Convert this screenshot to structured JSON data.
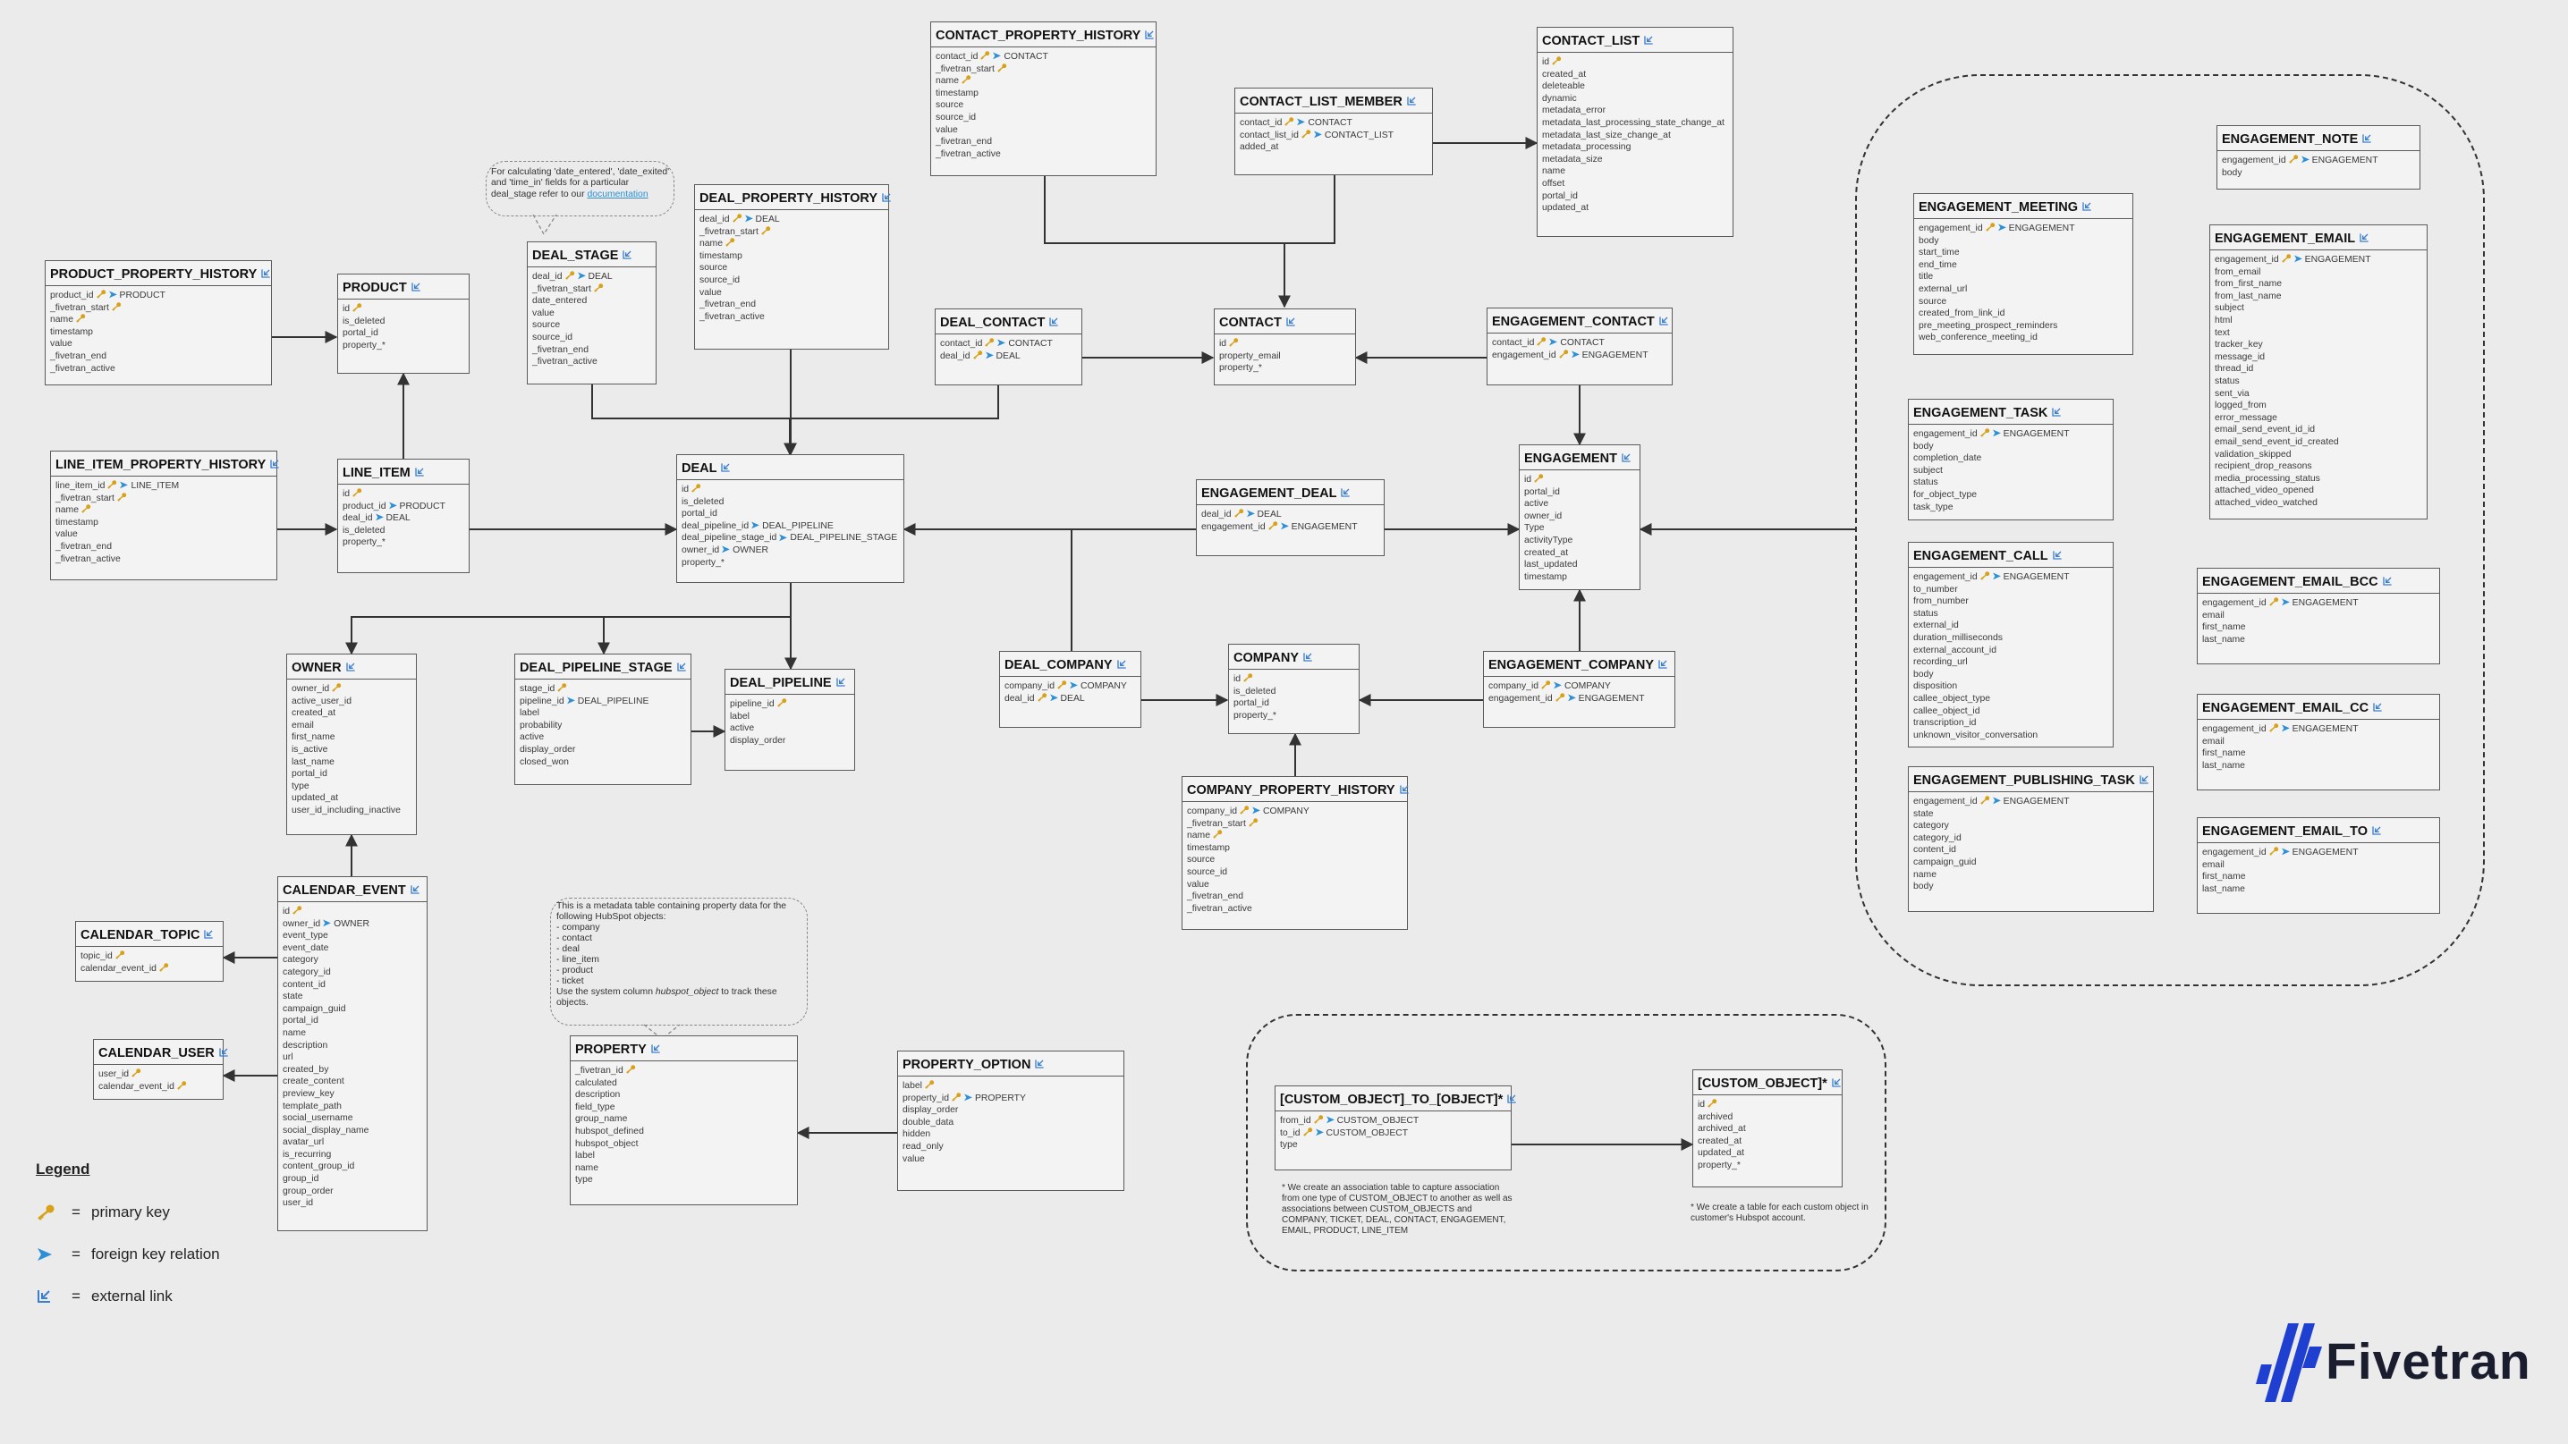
{
  "tables": [
    {
      "id": "CONTACT_PROPERTY_HISTORY",
      "title": "CONTACT_PROPERTY_HISTORY",
      "fields": [
        "contact_id|pk|fk|CONTACT",
        "_fivetran_start|pk",
        "name|pk",
        "timestamp",
        "source",
        "source_id",
        "value",
        "_fivetran_end",
        "_fivetran_active"
      ]
    },
    {
      "id": "CONTACT_LIST",
      "title": "CONTACT_LIST",
      "fields": [
        "id|pk",
        "created_at",
        "deleteable",
        "dynamic",
        "metadata_error",
        "metadata_last_processing_state_change_at",
        "metadata_last_size_change_at",
        "metadata_processing",
        "metadata_size",
        "name",
        "offset",
        "portal_id",
        "updated_at"
      ]
    },
    {
      "id": "CONTACT_LIST_MEMBER",
      "title": "CONTACT_LIST_MEMBER",
      "fields": [
        "contact_id|pk|fk|CONTACT",
        "contact_list_id|pk|fk|CONTACT_LIST",
        "added_at"
      ]
    },
    {
      "id": "DEAL_PROPERTY_HISTORY",
      "title": "DEAL_PROPERTY_HISTORY",
      "fields": [
        "deal_id|pk|fk|DEAL",
        "_fivetran_start|pk",
        "name|pk",
        "timestamp",
        "source",
        "source_id",
        "value",
        "_fivetran_end",
        "_fivetran_active"
      ]
    },
    {
      "id": "DEAL_STAGE",
      "title": "DEAL_STAGE",
      "fields": [
        "deal_id|pk|fk|DEAL",
        "_fivetran_start|pk",
        "date_entered",
        "value",
        "source",
        "source_id",
        "_fivetran_end",
        "_fivetran_active"
      ]
    },
    {
      "id": "PRODUCT_PROPERTY_HISTORY",
      "title": "PRODUCT_PROPERTY_HISTORY",
      "fields": [
        "product_id|pk|fk|PRODUCT",
        "_fivetran_start|pk",
        "name|pk",
        "timestamp",
        "value",
        "_fivetran_end",
        "_fivetran_active"
      ]
    },
    {
      "id": "PRODUCT",
      "title": "PRODUCT",
      "fields": [
        "id|pk",
        "is_deleted",
        "portal_id",
        "property_*"
      ]
    },
    {
      "id": "DEAL_CONTACT",
      "title": "DEAL_CONTACT",
      "fields": [
        "contact_id|pk|fk|CONTACT",
        "deal_id|pk|fk|DEAL"
      ]
    },
    {
      "id": "CONTACT",
      "title": "CONTACT",
      "fields": [
        "id|pk",
        "property_email",
        "property_*"
      ]
    },
    {
      "id": "ENGAGEMENT_CONTACT",
      "title": "ENGAGEMENT_CONTACT",
      "fields": [
        "contact_id|pk|fk|CONTACT",
        "engagement_id|pk|fk|ENGAGEMENT"
      ]
    },
    {
      "id": "LINE_ITEM_PROPERTY_HISTORY",
      "title": "LINE_ITEM_PROPERTY_HISTORY",
      "fields": [
        "line_item_id|pk|fk|LINE_ITEM",
        "_fivetran_start|pk",
        "name|pk",
        "timestamp",
        "value",
        "_fivetran_end",
        "_fivetran_active"
      ]
    },
    {
      "id": "LINE_ITEM",
      "title": "LINE_ITEM",
      "fields": [
        "id|pk",
        "product_id|fk|PRODUCT",
        "deal_id|fk|DEAL",
        "is_deleted",
        "property_*"
      ]
    },
    {
      "id": "DEAL",
      "title": "DEAL",
      "fields": [
        "id|pk",
        "is_deleted",
        "portal_id",
        "deal_pipeline_id|fk|DEAL_PIPELINE",
        "deal_pipeline_stage_id|fk|DEAL_PIPELINE_STAGE",
        "owner_id|fk|OWNER",
        "property_*"
      ]
    },
    {
      "id": "ENGAGEMENT_DEAL",
      "title": "ENGAGEMENT_DEAL",
      "fields": [
        "deal_id|pk|fk|DEAL",
        "engagement_id|pk|fk|ENGAGEMENT"
      ]
    },
    {
      "id": "ENGAGEMENT",
      "title": "ENGAGEMENT",
      "fields": [
        "id|pk",
        "portal_id",
        "active",
        "owner_id",
        "Type",
        "activityType",
        "created_at",
        "last_updated",
        "timestamp"
      ]
    },
    {
      "id": "OWNER",
      "title": "OWNER",
      "fields": [
        "owner_id|pk",
        "active_user_id",
        "created_at",
        "email",
        "first_name",
        "is_active",
        "last_name",
        "portal_id",
        "type",
        "updated_at",
        "user_id_including_inactive"
      ]
    },
    {
      "id": "DEAL_PIPELINE_STAGE",
      "title": "DEAL_PIPELINE_STAGE",
      "fields": [
        "stage_id|pk",
        "pipeline_id|fk|DEAL_PIPELINE",
        "label",
        "probability",
        "active",
        "display_order",
        "closed_won"
      ]
    },
    {
      "id": "DEAL_PIPELINE",
      "title": "DEAL_PIPELINE",
      "fields": [
        "pipeline_id|pk",
        "label",
        "active",
        "display_order"
      ]
    },
    {
      "id": "DEAL_COMPANY",
      "title": "DEAL_COMPANY",
      "fields": [
        "company_id|pk|fk|COMPANY",
        "deal_id|pk|fk|DEAL"
      ]
    },
    {
      "id": "COMPANY",
      "title": "COMPANY",
      "fields": [
        "id|pk",
        "is_deleted",
        "portal_id",
        "property_*"
      ]
    },
    {
      "id": "ENGAGEMENT_COMPANY",
      "title": "ENGAGEMENT_COMPANY",
      "fields": [
        "company_id|pk|fk|COMPANY",
        "engagement_id|pk|fk|ENGAGEMENT"
      ]
    },
    {
      "id": "COMPANY_PROPERTY_HISTORY",
      "title": "COMPANY_PROPERTY_HISTORY",
      "fields": [
        "company_id|pk|fk|COMPANY",
        "_fivetran_start|pk",
        "name|pk",
        "timestamp",
        "source",
        "source_id",
        "value",
        "_fivetran_end",
        "_fivetran_active"
      ]
    },
    {
      "id": "CALENDAR_EVENT",
      "title": "CALENDAR_EVENT",
      "fields": [
        "id|pk",
        "owner_id|fk|OWNER",
        "event_type",
        "event_date",
        "category",
        "category_id",
        "content_id",
        "state",
        "campaign_guid",
        "portal_id",
        "name",
        "description",
        "url",
        "created_by",
        "create_content",
        "preview_key",
        "template_path",
        "social_username",
        "social_display_name",
        "avatar_url",
        "is_recurring",
        "content_group_id",
        "group_id",
        "group_order",
        "user_id"
      ]
    },
    {
      "id": "CALENDAR_TOPIC",
      "title": "CALENDAR_TOPIC",
      "fields": [
        "topic_id|pk",
        "calendar_event_id|pk"
      ]
    },
    {
      "id": "CALENDAR_USER",
      "title": "CALENDAR_USER",
      "fields": [
        "user_id|pk",
        "calendar_event_id|pk"
      ]
    },
    {
      "id": "PROPERTY",
      "title": "PROPERTY",
      "fields": [
        "_fivetran_id|pk",
        "calculated",
        "description",
        "field_type",
        "group_name",
        "hubspot_defined",
        "hubspot_object",
        "label",
        "name",
        "type"
      ]
    },
    {
      "id": "PROPERTY_OPTION",
      "title": "PROPERTY_OPTION",
      "fields": [
        "label|pk",
        "property_id|pk|fk|PROPERTY",
        "display_order",
        "double_data",
        "hidden",
        "read_only",
        "value"
      ]
    },
    {
      "id": "ENGAGEMENT_NOTE",
      "title": "ENGAGEMENT_NOTE",
      "fields": [
        "engagement_id|pk|fk|ENGAGEMENT",
        "body"
      ]
    },
    {
      "id": "ENGAGEMENT_MEETING",
      "title": "ENGAGEMENT_MEETING",
      "fields": [
        "engagement_id|pk|fk|ENGAGEMENT",
        "body",
        "start_time",
        "end_time",
        "title",
        "external_url",
        "source",
        "created_from_link_id",
        "pre_meeting_prospect_reminders",
        "web_conference_meeting_id"
      ]
    },
    {
      "id": "ENGAGEMENT_EMAIL",
      "title": "ENGAGEMENT_EMAIL",
      "fields": [
        "engagement_id|pk|fk|ENGAGEMENT",
        "from_email",
        "from_first_name",
        "from_last_name",
        "subject",
        "html",
        "text",
        "tracker_key",
        "message_id",
        "thread_id",
        "status",
        "sent_via",
        "logged_from",
        "error_message",
        "email_send_event_id_id",
        "email_send_event_id_created",
        "validation_skipped",
        "recipient_drop_reasons",
        "media_processing_status",
        "attached_video_opened",
        "attached_video_watched"
      ]
    },
    {
      "id": "ENGAGEMENT_TASK",
      "title": "ENGAGEMENT_TASK",
      "fields": [
        "engagement_id|pk|fk|ENGAGEMENT",
        "body",
        "completion_date",
        "subject",
        "status",
        "for_object_type",
        "task_type"
      ]
    },
    {
      "id": "ENGAGEMENT_CALL",
      "title": "ENGAGEMENT_CALL",
      "fields": [
        "engagement_id|pk|fk|ENGAGEMENT",
        "to_number",
        "from_number",
        "status",
        "external_id",
        "duration_milliseconds",
        "external_account_id",
        "recording_url",
        "body",
        "disposition",
        "callee_object_type",
        "callee_object_id",
        "transcription_id",
        "unknown_visitor_conversation"
      ]
    },
    {
      "id": "ENGAGEMENT_EMAIL_BCC",
      "title": "ENGAGEMENT_EMAIL_BCC",
      "fields": [
        "engagement_id|pk|fk|ENGAGEMENT",
        "email",
        "first_name",
        "last_name"
      ]
    },
    {
      "id": "ENGAGEMENT_EMAIL_CC",
      "title": "ENGAGEMENT_EMAIL_CC",
      "fields": [
        "engagement_id|pk|fk|ENGAGEMENT",
        "email",
        "first_name",
        "last_name"
      ]
    },
    {
      "id": "ENGAGEMENT_PUBLISHING_TASK",
      "title": "ENGAGEMENT_PUBLISHING_TASK",
      "fields": [
        "engagement_id|pk|fk|ENGAGEMENT",
        "state",
        "category",
        "category_id",
        "content_id",
        "campaign_guid",
        "name",
        "body"
      ]
    },
    {
      "id": "ENGAGEMENT_EMAIL_TO",
      "title": "ENGAGEMENT_EMAIL_TO",
      "fields": [
        "engagement_id|pk|fk|ENGAGEMENT",
        "email",
        "first_name",
        "last_name"
      ]
    },
    {
      "id": "CUSTOM_OBJECT_TO_OBJECT",
      "title": "[CUSTOM_OBJECT]_TO_[OBJECT]*",
      "fields": [
        "from_id|pk|fk|CUSTOM_OBJECT",
        "to_id|pk|fk|CUSTOM_OBJECT",
        "type"
      ]
    },
    {
      "id": "CUSTOM_OBJECT",
      "title": "[CUSTOM_OBJECT]*",
      "fields": [
        "id|pk",
        "archived",
        "archived_at",
        "created_at",
        "updated_at",
        "property_*"
      ]
    }
  ],
  "notes": {
    "deal_stage": "For calculating 'date_entered', 'date_exited' and 'time_in' fields for a particular deal_stage refer to our",
    "deal_stage_link": "documentation",
    "property_intro": "This is a metadata table containing property data for the following HubSpot objects:",
    "property_objects": [
      "- company",
      "- contact",
      "- deal",
      "- line_item",
      "- product",
      "- ticket"
    ],
    "property_use_a": "Use the system column ",
    "property_use_col": "hubspot_object",
    "property_use_b": " to track these objects.",
    "custom_assoc": "* We create an association table to capture association from one type of CUSTOM_OBJECT to another as well as associations between CUSTOM_OBJECTS and COMPANY, TICKET, DEAL, CONTACT, ENGAGEMENT, EMAIL, PRODUCT, LINE_ITEM",
    "custom_table": "* We create a table for each custom object in customer's Hubspot account."
  },
  "legend": {
    "title": "Legend",
    "items": [
      {
        "symbol": "key-icon",
        "label": "primary key"
      },
      {
        "symbol": "arrow-icon",
        "label": "foreign key relation"
      },
      {
        "symbol": "external-link-icon",
        "label": "external link"
      }
    ]
  },
  "brand": {
    "name": "Fivetran",
    "color": "#1f3fd1"
  },
  "colors": {
    "key": "#d7a21a",
    "fk": "#2d8fd6",
    "ext": "#3b7fd0",
    "line": "#333333"
  }
}
